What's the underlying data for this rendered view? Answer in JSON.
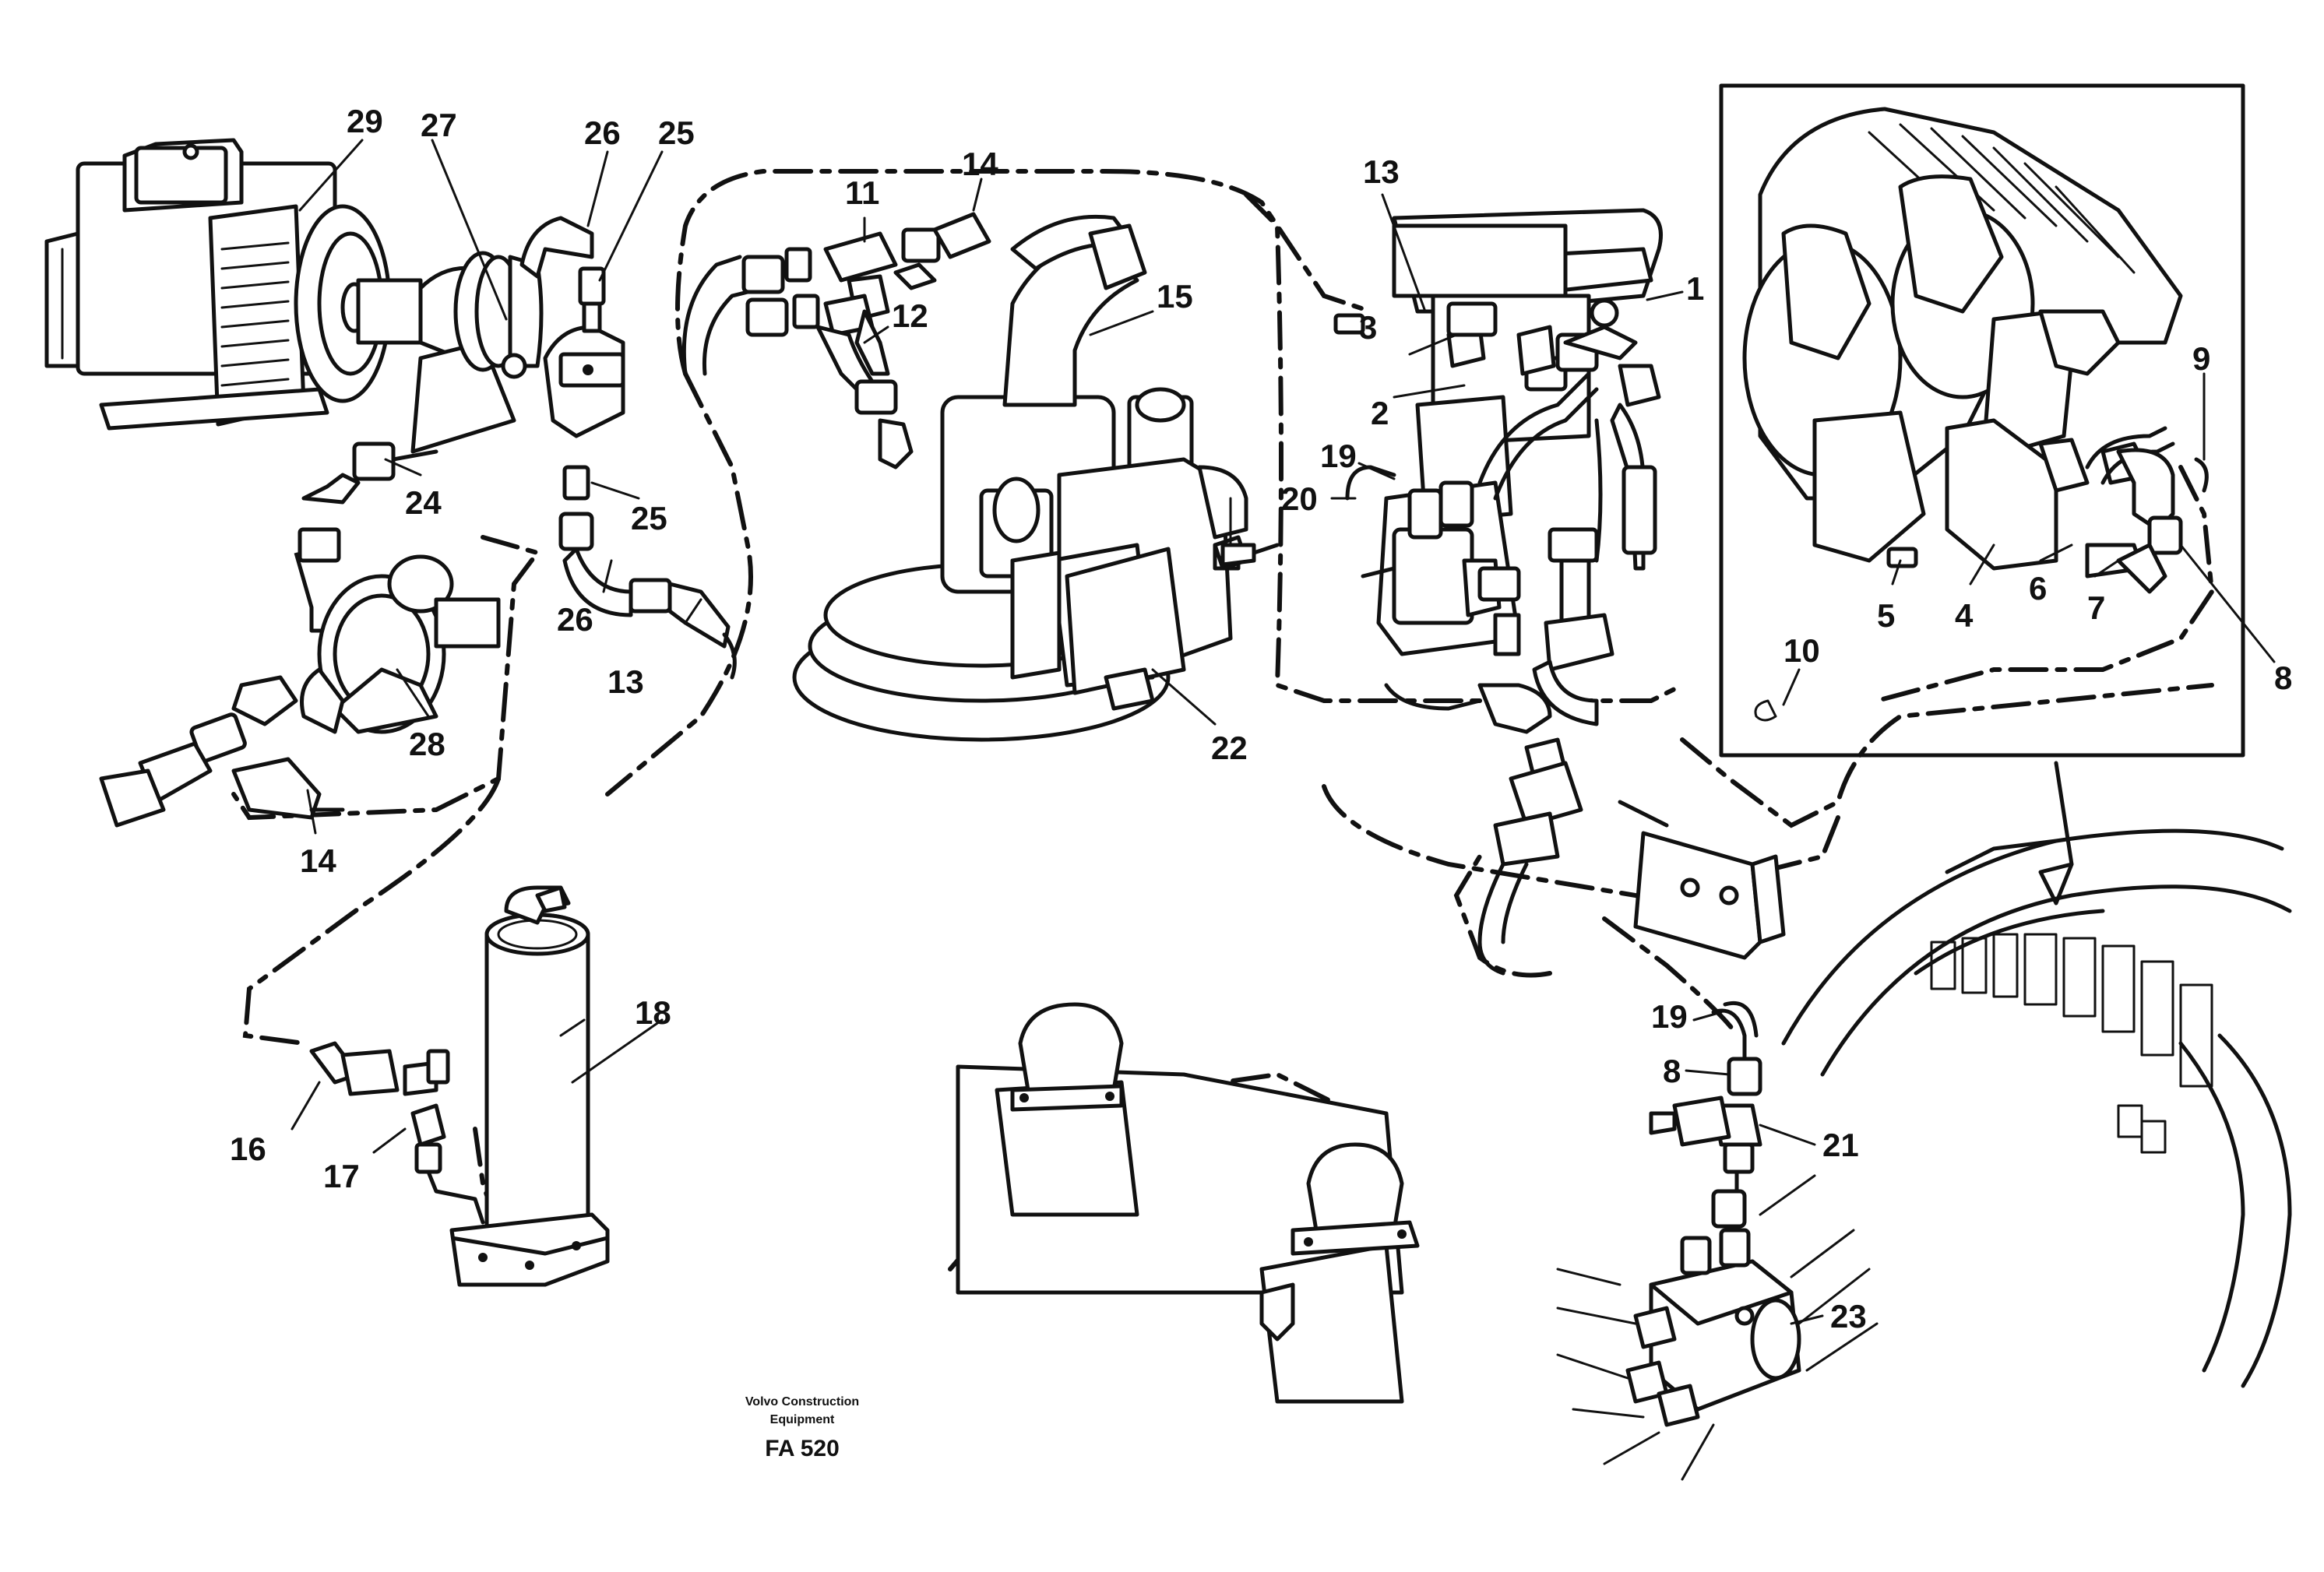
{
  "callouts": {
    "c1": "1",
    "c2": "2",
    "c3": "3",
    "c4": "4",
    "c5": "5",
    "c6": "6",
    "c7": "7",
    "c8a": "8",
    "c8b": "8",
    "c9": "9",
    "c10": "10",
    "c11": "11",
    "c12": "12",
    "c13a": "13",
    "c13b": "13",
    "c14a": "14",
    "c14b": "14",
    "c15": "15",
    "c16": "16",
    "c17": "17",
    "c18": "18",
    "c19a": "19",
    "c19b": "19",
    "c20": "20",
    "c21": "21",
    "c22": "22",
    "c23": "23",
    "c24": "24",
    "c25a": "25",
    "c25b": "25",
    "c26a": "26",
    "c26b": "26",
    "c27": "27",
    "c28": "28",
    "c29": "29"
  },
  "footer": {
    "maker_line1": "Volvo Construction",
    "maker_line2": "Equipment",
    "ref_code": "FA 520"
  }
}
